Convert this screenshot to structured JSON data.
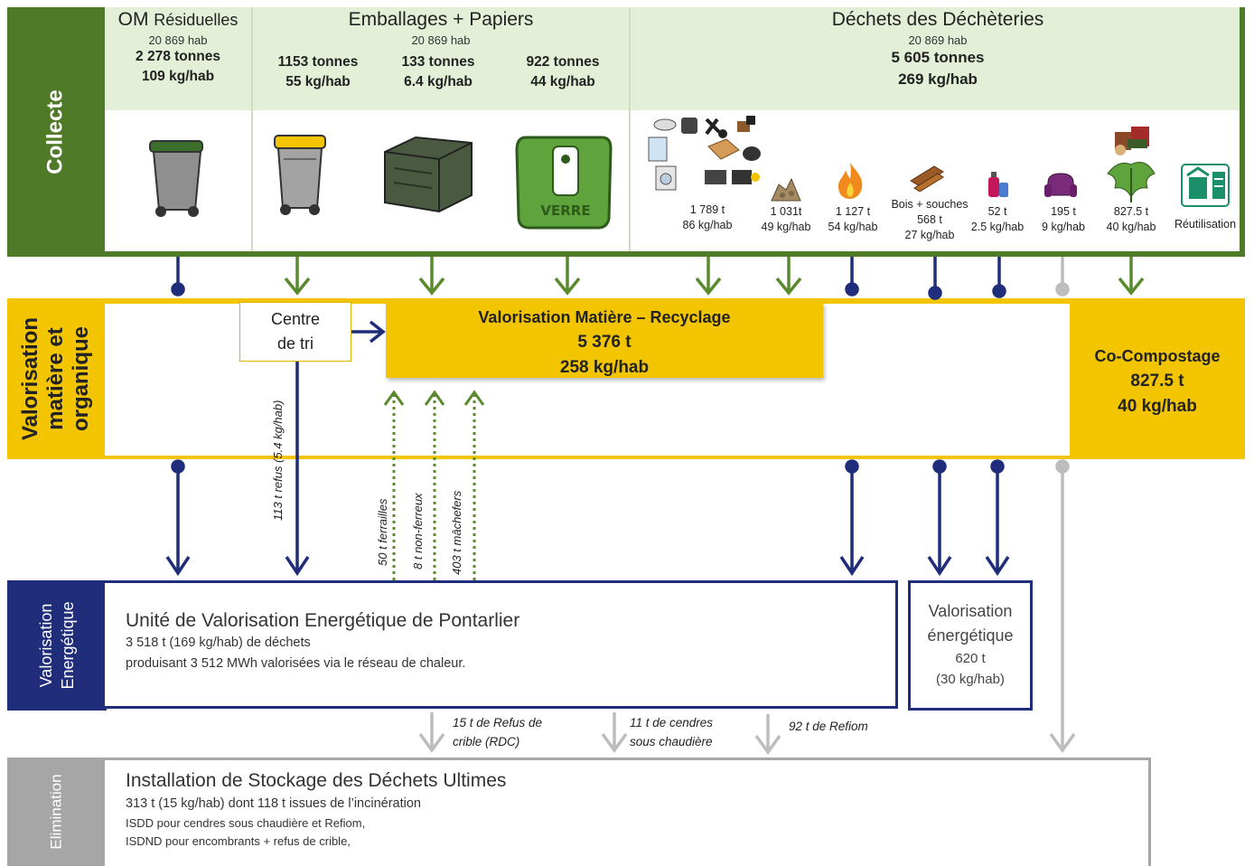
{
  "colors": {
    "collecte_green": "#4f7a28",
    "collecte_light": "#e3efd6",
    "yellow": "#f2c500",
    "navy": "#1f2d7a",
    "grey": "#bdbdbd",
    "elim_grey": "#a6a6a6",
    "arrow_green": "#5a8a2e"
  },
  "sections": {
    "collecte": "Collecte",
    "valorisation_matiere": "Valorisation matière et organique",
    "valorisation_energetique": "Valorisation Energétique",
    "elimination": "Elimination"
  },
  "om": {
    "title_main": "OM",
    "title_rest": "Résiduelles",
    "hab": "20 869 hab",
    "tonnes": "2 278 tonnes",
    "kg": "109 kg/hab"
  },
  "emballages": {
    "title": "Emballages + Papiers",
    "hab": "20 869 hab",
    "cols": [
      {
        "tonnes": "1153 tonnes",
        "kg": "55 kg/hab"
      },
      {
        "tonnes": "133 tonnes",
        "kg": "6.4 kg/hab"
      },
      {
        "tonnes": "922 tonnes",
        "kg": "44 kg/hab"
      }
    ]
  },
  "decheteries": {
    "title": "Déchets des Déchèteries",
    "hab": "20 869 hab",
    "tonnes": "5 605 tonnes",
    "kg": "269 kg/hab",
    "items": [
      {
        "t": "1 789 t",
        "kg": "86 kg/hab"
      },
      {
        "t": "1 031t",
        "kg": "49 kg/hab"
      },
      {
        "t": "1 127 t",
        "kg": "54 kg/hab"
      },
      {
        "label": "Bois + souches",
        "t": "568 t",
        "kg": "27 kg/hab"
      },
      {
        "t": "52 t",
        "kg": "2.5 kg/hab"
      },
      {
        "t": "195 t",
        "kg": "9 kg/hab"
      },
      {
        "t": "827.5 t",
        "kg": "40 kg/hab"
      },
      {
        "label": "Réutilisation"
      }
    ]
  },
  "verre_label": "VERRE",
  "centre_tri": {
    "line1": "Centre",
    "line2": "de tri"
  },
  "recyclage": {
    "title": "Valorisation Matière – Recyclage",
    "tonnes": "5 376 t",
    "kg": "258 kg/hab"
  },
  "compostage": {
    "title": "Co-Compostage",
    "tonnes": "827.5 t",
    "kg": "40 kg/hab"
  },
  "flows": {
    "refus": "113 t refus (5.4 kg/hab)",
    "ferrailles": "50 t ferrailles",
    "non_ferreux": "8 t non-ferreux",
    "machefers": "403 t mâchefers"
  },
  "uve": {
    "title": "Unité de Valorisation Energétique de Pontarlier",
    "line1": "3 518 t  (169 kg/hab)  de déchets",
    "line2": "produisant 3 512 MWh valorisées via le réseau de chaleur."
  },
  "valo_energetique": {
    "line1": "Valorisation",
    "line2": "énergétique",
    "t": "620 t",
    "kg": "(30 kg/hab)"
  },
  "residues": {
    "rdc_1": "15 t de Refus de",
    "rdc_2": "crible (RDC)",
    "cendres_1": "11 t de cendres",
    "cendres_2": "sous chaudière",
    "refiom": "92 t de Refiom"
  },
  "isdu": {
    "title": "Installation de Stockage des Déchets Ultimes",
    "line1": "313 t (15 kg/hab) dont 118 t issues de l’incinération",
    "line2": "ISDD pour cendres sous chaudière et Refiom,",
    "line3": "ISDND pour encombrants + refus de crible,"
  }
}
